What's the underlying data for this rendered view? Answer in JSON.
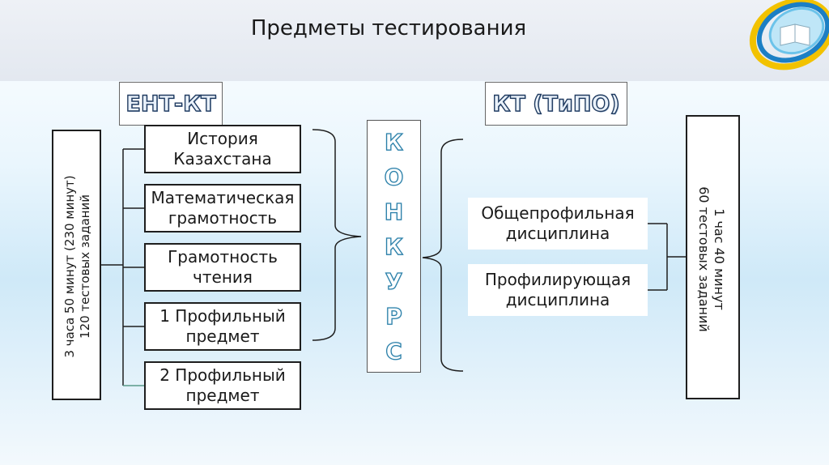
{
  "title": "Предметы тестирования",
  "left_block": {
    "heading": "ЕНТ-КТ",
    "duration": "3 часа 50 минут  (230 минут)",
    "tasks": "120  тестовых заданий",
    "subjects": [
      {
        "line1": "История",
        "line2": "Казахстана"
      },
      {
        "line1": "Математическая",
        "line2": "грамотность"
      },
      {
        "line1": "Грамотность",
        "line2": "чтения"
      },
      {
        "line1": "1 Профильный",
        "line2": "предмет"
      },
      {
        "line1": "2 Профильный",
        "line2": "предмет"
      }
    ]
  },
  "konkurs": [
    "К",
    "О",
    "Н",
    "К",
    "У",
    "Р",
    "С"
  ],
  "right_block": {
    "heading": "КТ (ТиПО)",
    "disciplines": [
      {
        "line1": "Общепрофильная",
        "line2": "дисциплина"
      },
      {
        "line1": "Профилирующая",
        "line2": "дисциплина"
      }
    ],
    "duration": "1 час 40 минут",
    "tasks": "60 тестовых заданий"
  },
  "colors": {
    "heading_outline": "#1f3a5f",
    "konkurs_outline": "#2b7fa8",
    "connector": "#1e1e1e"
  }
}
